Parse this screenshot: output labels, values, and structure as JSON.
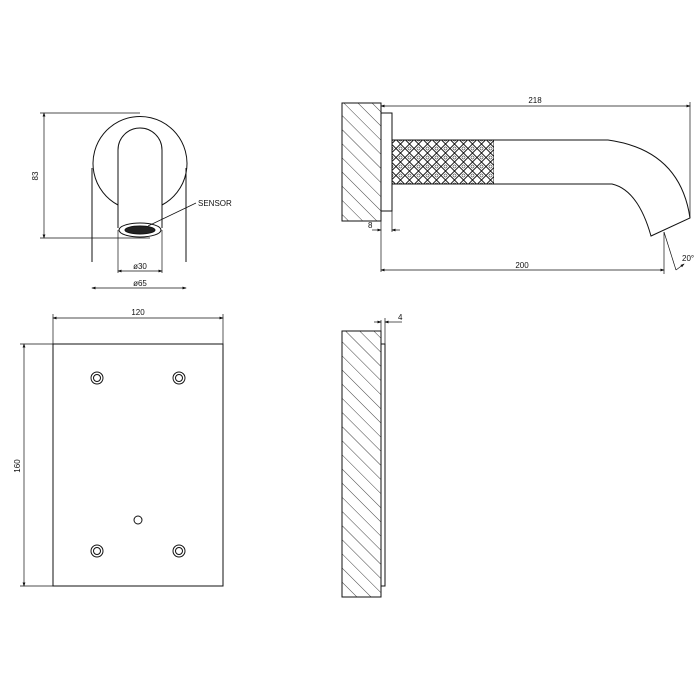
{
  "drawing": {
    "front_view": {
      "height_label": "83",
      "sensor_label": "SENSOR",
      "inner_diameter_label": "ø30",
      "outer_diameter_label": "ø65"
    },
    "side_view": {
      "total_length_label": "218",
      "reach_label": "200",
      "plate_thickness_label": "8",
      "angle_label": "20°"
    },
    "plate_front_view": {
      "width_label": "120",
      "height_label": "160"
    },
    "plate_side_view": {
      "thickness_label": "4"
    }
  }
}
